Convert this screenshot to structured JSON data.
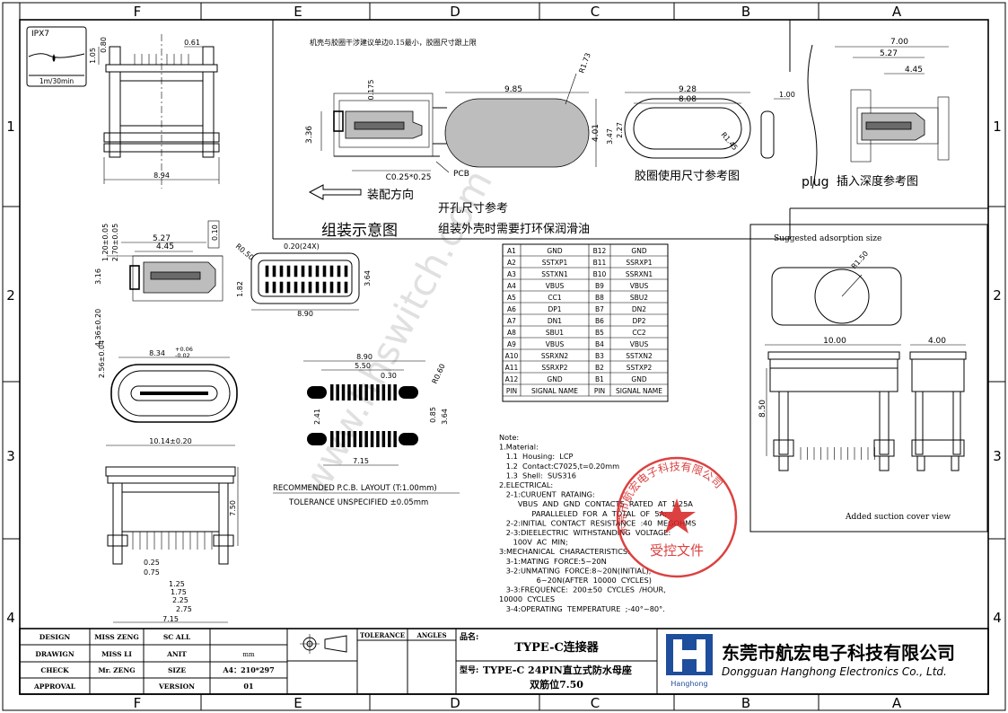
{
  "border": {
    "columns": [
      "F",
      "E",
      "D",
      "C",
      "B",
      "A"
    ],
    "rows": [
      "1",
      "2",
      "3",
      "4"
    ]
  },
  "ipx": {
    "rating": "IPX7",
    "depth": "1m/30min"
  },
  "top_notes": {
    "housing_note": "机壳与胶圈干涉建议单边0.15最小，胶圈尺寸跟上限",
    "pcb": "PCB",
    "chamfer": "C0.25*0.25",
    "direction": "装配方向",
    "assembly_title": "组装示意图",
    "ring_ref": "胶圈使用尺寸参考图",
    "plug_ref": "插入深度参考图",
    "plug_word": "plug",
    "hole_ref": "开孔尺寸参考",
    "lube": "组装外壳时需要打环保润滑油"
  },
  "dims": {
    "d985": "9.85",
    "d401": "4.01",
    "r173": "R1.73",
    "d336": "3.36",
    "d0175": "0.175",
    "d928": "9.28",
    "d808": "8.08",
    "d347": "3.47",
    "d227": "2.27",
    "r145": "R1.45",
    "d100": "1.00",
    "d700": "7.00",
    "d527b": "5.27",
    "d445b": "4.45",
    "d105": "1.05",
    "d080": "0.80",
    "d061": "0.61",
    "d894": "8.94",
    "d527": "5.27",
    "d445": "4.45",
    "d120": "1.20±0.05",
    "d270": "2.70±0.05",
    "d316": "3.16",
    "d436": "4.36±0.20",
    "d010": "0.10",
    "r050": "R0.50",
    "d020": "0.20(24X)",
    "d182": "1.82",
    "d364": "3.64",
    "d890": "8.90",
    "d256": "2.56±0.04",
    "d834": "8.34",
    "d834t": "+0.06",
    "d834b": "-0.02",
    "d1014": "10.14±0.20",
    "d750": "7.50",
    "d025": "0.25",
    "d075": "0.75",
    "d125": "1.25",
    "d175": "1.75",
    "d225": "2.25",
    "d275": "2.75",
    "d715": "7.15",
    "p890": "8.90",
    "p550": "5.50",
    "p030": "0.30",
    "r060": "R0.60",
    "p241": "2.41",
    "p085": "0.85",
    "p364": "3.64",
    "p715": "7.15",
    "r150": "R1.50",
    "s1000": "10.00",
    "s400": "4.00",
    "s850": "8.50"
  },
  "pcb_layout": {
    "title": "RECOMMENDED  P.C.B.  LAYOUT  (T:1.00mm)",
    "tolerance": "TOLERANCE  UNSPECIFIED  ±0.05mm"
  },
  "suction": {
    "title": "Suggested adsorption size",
    "cover": "Added suction cover view"
  },
  "pin_table": {
    "header": [
      "PIN",
      "SIGNAL NAME",
      "PIN",
      "SIGNAL NAME"
    ],
    "rows": [
      [
        "A1",
        "GND",
        "B12",
        "GND"
      ],
      [
        "A2",
        "SSTXP1",
        "B11",
        "SSRXP1"
      ],
      [
        "A3",
        "SSTXN1",
        "B10",
        "SSRXN1"
      ],
      [
        "A4",
        "VBUS",
        "B9",
        "VBUS"
      ],
      [
        "A5",
        "CC1",
        "B8",
        "SBU2"
      ],
      [
        "A6",
        "DP1",
        "B7",
        "DN2"
      ],
      [
        "A7",
        "DN1",
        "B6",
        "DP2"
      ],
      [
        "A8",
        "SBU1",
        "B5",
        "CC2"
      ],
      [
        "A9",
        "VBUS",
        "B4",
        "VBUS"
      ],
      [
        "A10",
        "SSRXN2",
        "B3",
        "SSTXN2"
      ],
      [
        "A11",
        "SSRXP2",
        "B2",
        "SSTXP2"
      ],
      [
        "A12",
        "GND",
        "B1",
        "GND"
      ]
    ]
  },
  "notes": [
    "Note:",
    "1.Material:",
    "   1.1  Housing:  LCP",
    "   1.2  Contact:C7025,t=0.20mm",
    "   1.3  Shell:  SUS316",
    "2.ELECTRICAL:",
    "   2-1:CURUENT  RATAING:",
    "        VBUS  AND  GND  CONTACTS  RATED  AT  1.25A",
    "              PARALLELED  FOR  A  TOTAL  OF  5A;",
    "   2-2:INITIAL  CONTACT  RESISTANCE  :40  MEGOHMS",
    "   2-3:DIEELECTRIC  WITHSTANDING  VOLTAGE:",
    "      100V  AC  MIN;",
    "3:MECHANICAL  CHARACTERISTICS:",
    "   3-1:MATING  FORCE:5~20N",
    "   3-2:UNMATING  FORCE:8~20N(INITIAL),",
    "                6~20N(AFTER  10000  CYCLES)",
    "   3-3:FREQUENCE:  200±50  CYCLES  /HOUR,",
    "10000  CYCLES",
    "   3-4:OPERATING  TEMPERATURE  ;-40°~80°."
  ],
  "stamp": {
    "company": "东莞市航宏电子科技有限公司",
    "mark": "受控文件"
  },
  "watermark": "www.hhswitch.com",
  "title_block": {
    "design_label": "DESIGN",
    "design_by": "MISS ZENG",
    "scale_label": "SC ALL",
    "drawing_label": "DRAWIGN",
    "drawing_by": "MISS LI",
    "unit_label": "ANIT",
    "unit": "mm",
    "check_label": "CHECK",
    "check_by": "Mr. ZENG",
    "size_label": "SIZE",
    "size": "A4：210*297",
    "approval_label": "APPROVAL",
    "version_label": "VERSION",
    "version": "01",
    "tolerance_label": "TOLERANCE",
    "angles_label": "ANGLES",
    "part_name_label": "品名:",
    "part_name": "TYPE-C连接器",
    "part_no_label": "型号:",
    "part_no": "TYPE-C 24PIN直立式防水母座",
    "part_no2": "双筋位7.50",
    "company_cn": "东莞市航宏电子科技有限公司",
    "company_en": "Dongguan Hanghong Electronics Co., Ltd.",
    "logo_text": "Hanghong"
  }
}
